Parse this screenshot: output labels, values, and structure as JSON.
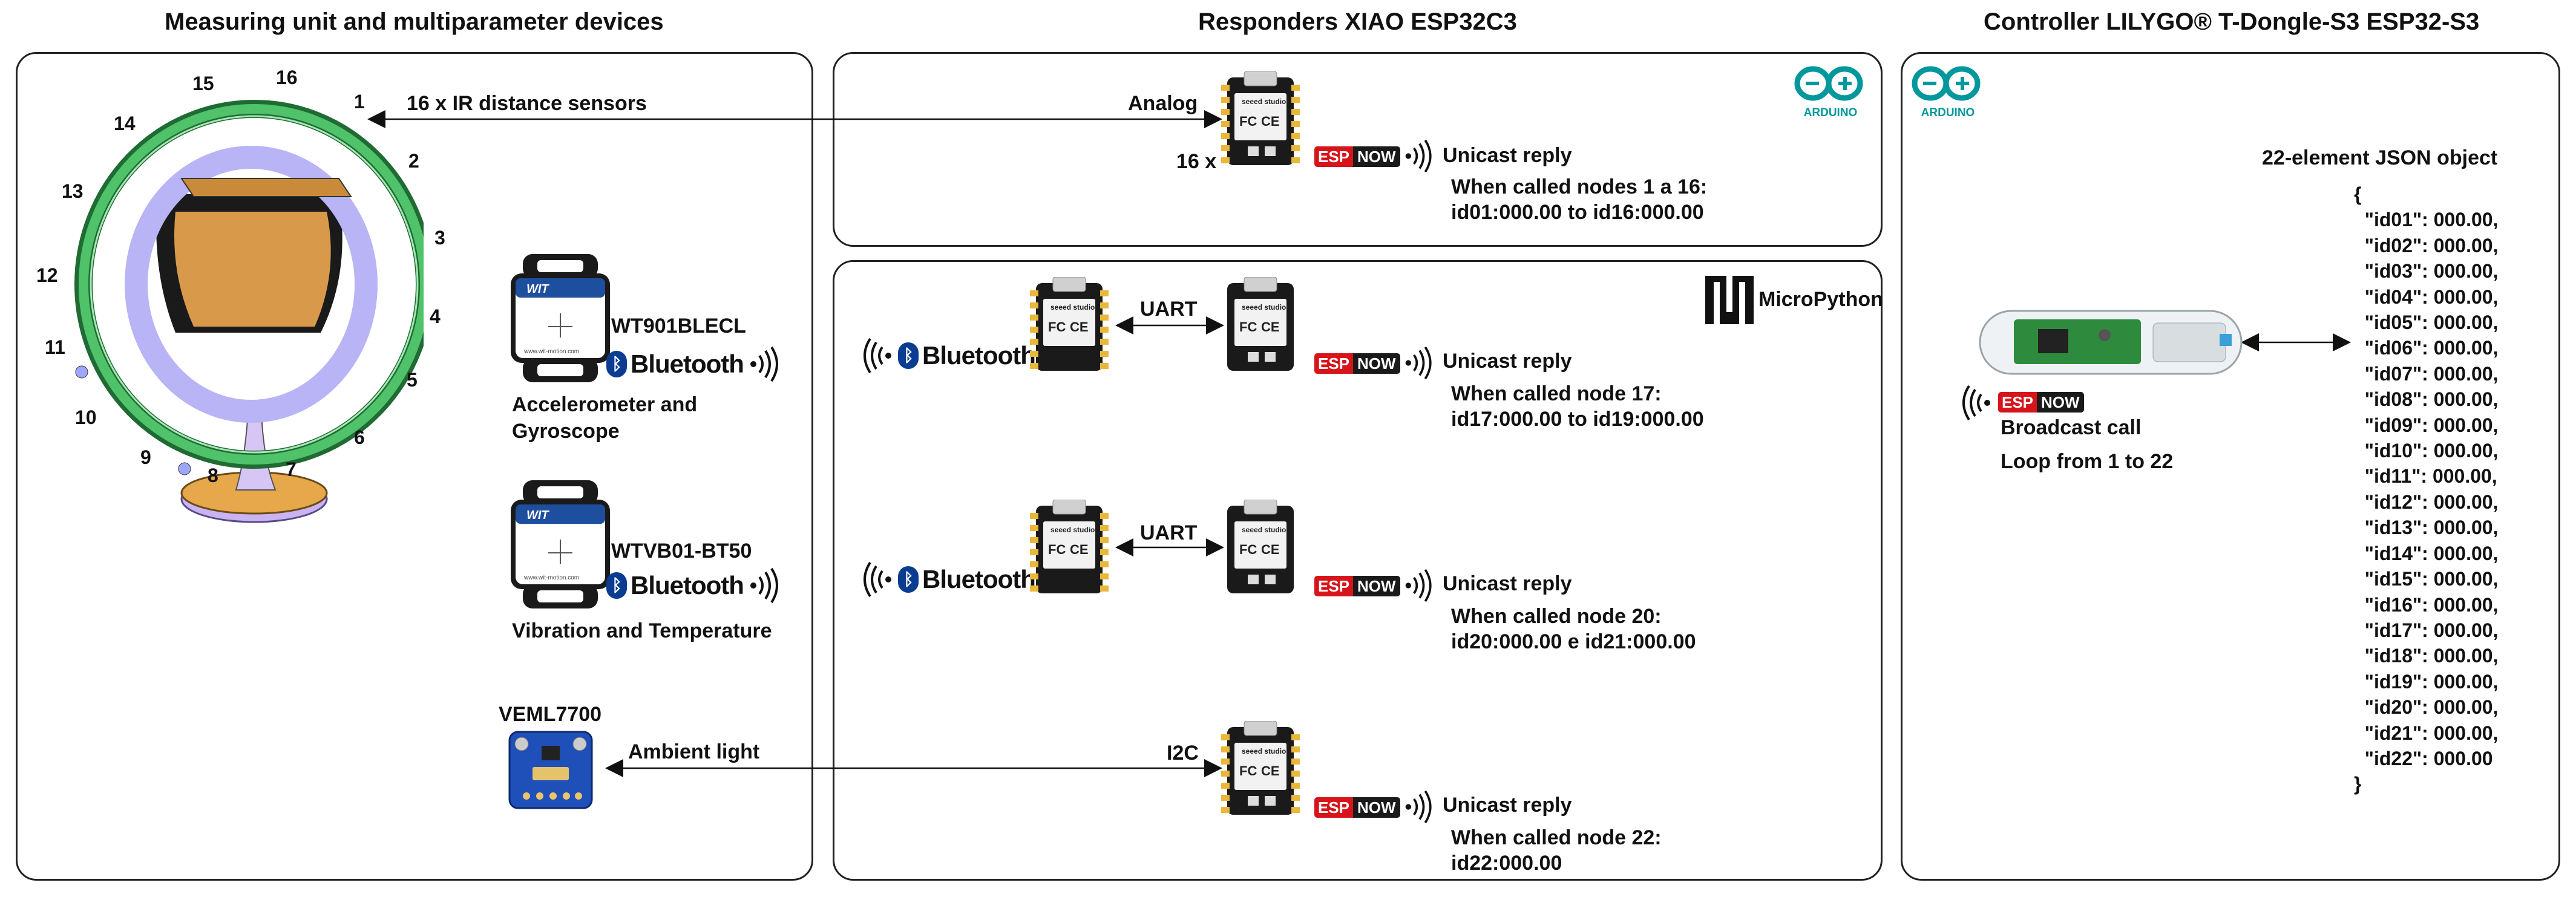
{
  "titles": {
    "left": "Measuring unit and multiparameter devices",
    "middle": "Responders XIAO ESP32C3",
    "right": "Controller LILYGO® T-Dongle-S3 ESP32-S3"
  },
  "ring": {
    "numbers": [
      "1",
      "2",
      "3",
      "4",
      "5",
      "6",
      "7",
      "8",
      "9",
      "10",
      "11",
      "12",
      "13",
      "14",
      "15",
      "16"
    ],
    "sensors_label": "16 x IR distance sensors"
  },
  "imu": {
    "name": "WT901BLECL",
    "bt": "Bluetooth",
    "desc1": "Accelerometer and",
    "desc2": "Gyroscope",
    "brand": "WIT",
    "url": "www.wit-motion.com"
  },
  "vib": {
    "name": "WTVB01-BT50",
    "bt": "Bluetooth",
    "desc": "Vibration and Temperature",
    "brand": "WIT",
    "url": "www.wit-motion.com"
  },
  "light": {
    "name": "VEML7700",
    "label": "Ambient light"
  },
  "responders": {
    "r1": {
      "in_label": "Analog",
      "count": "16 x",
      "reply": "Unicast reply",
      "l1": "When called nodes 1 a 16:",
      "l2": "id01:000.00 to id16:000.00"
    },
    "r2": {
      "link": "UART",
      "bt": "Bluetooth",
      "reply": "Unicast reply",
      "l1": "When called node 17:",
      "l2": "id17:000.00 to id19:000.00"
    },
    "r3": {
      "link": "UART",
      "bt": "Bluetooth",
      "reply": "Unicast reply",
      "l1": "When called node 20:",
      "l2": "id20:000.00 e id21:000.00"
    },
    "r4": {
      "link": "I2C",
      "reply": "Unicast reply",
      "l1": "When called node 22:",
      "l2": "id22:000.00"
    }
  },
  "badges": {
    "esp": "ESP",
    "now": "NOW",
    "arduino": "ARDUINO",
    "micropython": "MicroPython",
    "seeed": "seeed studio"
  },
  "controller": {
    "broadcast": "Broadcast call",
    "loop": "Loop from 1 to 22",
    "json_title": "22-element JSON object",
    "json_lines": [
      "{",
      "  \"id01\": 000.00,",
      "  \"id02\": 000.00,",
      "  \"id03\": 000.00,",
      "  \"id04\": 000.00,",
      "  \"id05\": 000.00,",
      "  \"id06\": 000.00,",
      "  \"id07\": 000.00,",
      "  \"id08\": 000.00,",
      "  \"id09\": 000.00,",
      "  \"id10\": 000.00,",
      "  \"id11\": 000.00,",
      "  \"id12\": 000.00,",
      "  \"id13\": 000.00,",
      "  \"id14\": 000.00,",
      "  \"id15\": 000.00,",
      "  \"id16\": 000.00,",
      "  \"id17\": 000.00,",
      "  \"id18\": 000.00,",
      "  \"id19\": 000.00,",
      "  \"id20\": 000.00,",
      "  \"id21\": 000.00,",
      "  \"id22\": 000.00",
      "}"
    ]
  },
  "colors": {
    "esp_red": "#d7141a",
    "arduino_teal": "#00979d",
    "ring_green": "#2fa84f",
    "bt_blue": "#0a3d91",
    "veml_blue": "#1f4fb8"
  }
}
